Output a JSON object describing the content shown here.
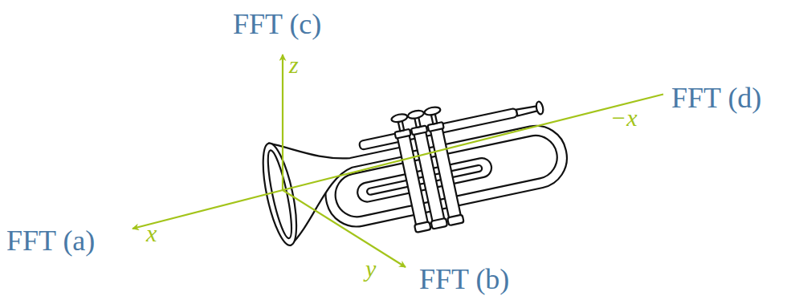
{
  "diagram": {
    "labels": [
      "FFT (c)",
      "z",
      "FFT (d)",
      "−x",
      "FFT (a)",
      "x",
      "y",
      "FFT (b)"
    ]
  }
}
